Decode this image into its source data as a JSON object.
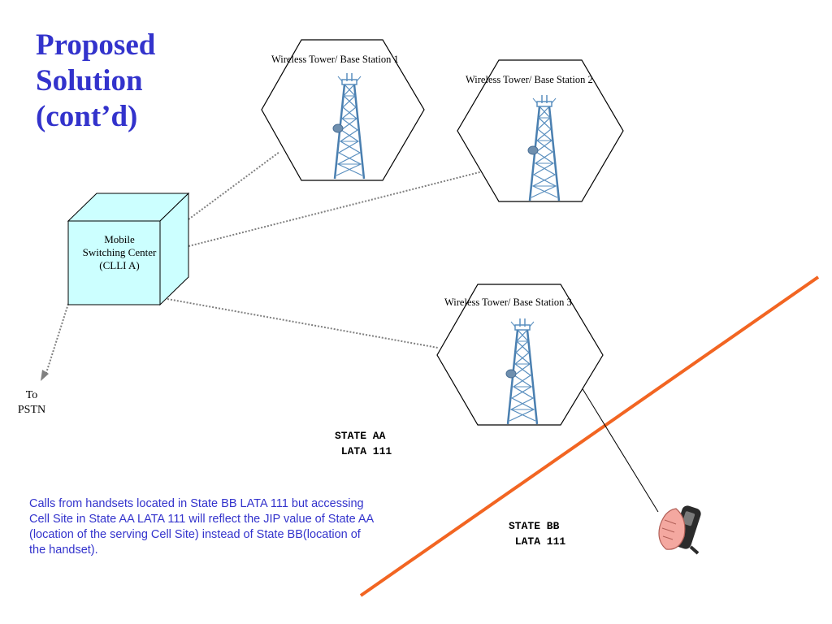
{
  "title_lines": [
    "Proposed",
    "Solution",
    "(cont’d)"
  ],
  "towers": [
    {
      "label": "Wireless Tower/ Base Station 1"
    },
    {
      "label": "Wireless Tower/ Base Station 2"
    },
    {
      "label": "Wireless Tower/ Base Station 3"
    }
  ],
  "msc": {
    "lines": [
      "Mobile",
      "Switching Center",
      "(CLLI A)"
    ]
  },
  "pstn": {
    "lines": [
      "To",
      "PSTN"
    ]
  },
  "state_aa": {
    "lines": [
      "STATE AA",
      " LATA 111"
    ]
  },
  "state_bb": {
    "lines": [
      "STATE BB",
      " LATA 111"
    ]
  },
  "note": "Calls from handsets located in State BB LATA 111 but accessing Cell Site in State AA LATA 111 will reflect the JIP value of State AA (location of the serving Cell Site) instead of State BB(location of the handset).",
  "icons": [
    "cell-tower-icon",
    "mobile-handset-icon"
  ],
  "colors": {
    "title": "#3333cc",
    "note": "#3333cc",
    "msc_fill": "#ccffff",
    "boundary": "#f26522",
    "tower": "#5a8fbf",
    "link": "#808080"
  }
}
